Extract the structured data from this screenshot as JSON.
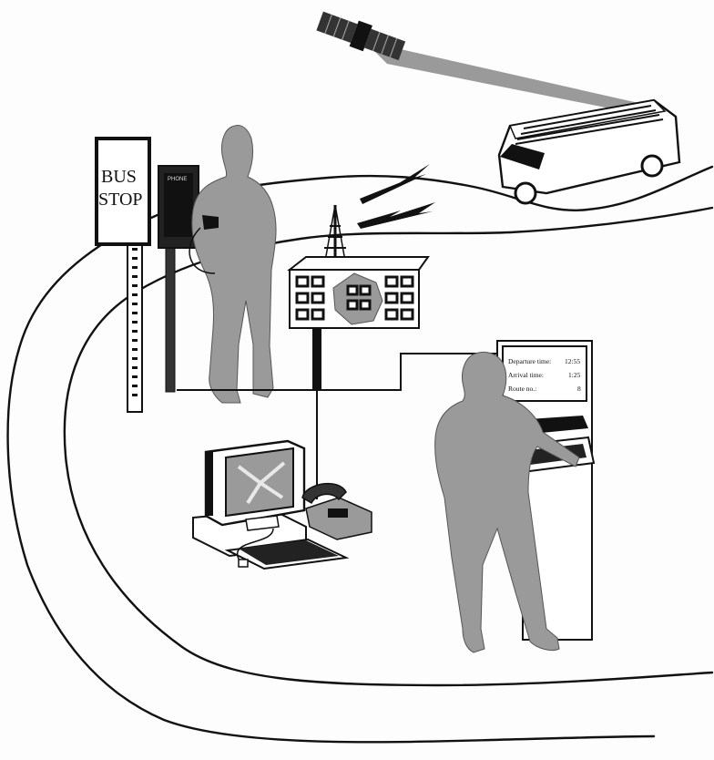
{
  "bus_stop_sign": {
    "line1": "BUS",
    "line2": "STOP"
  },
  "phone_label": "PHONE",
  "kiosk_screen": {
    "rows": [
      {
        "label": "Departure time:",
        "value": "12:55"
      },
      {
        "label": "Arrival time:",
        "value": "1:25"
      },
      {
        "label": "Route no.:",
        "value": "8"
      }
    ]
  }
}
